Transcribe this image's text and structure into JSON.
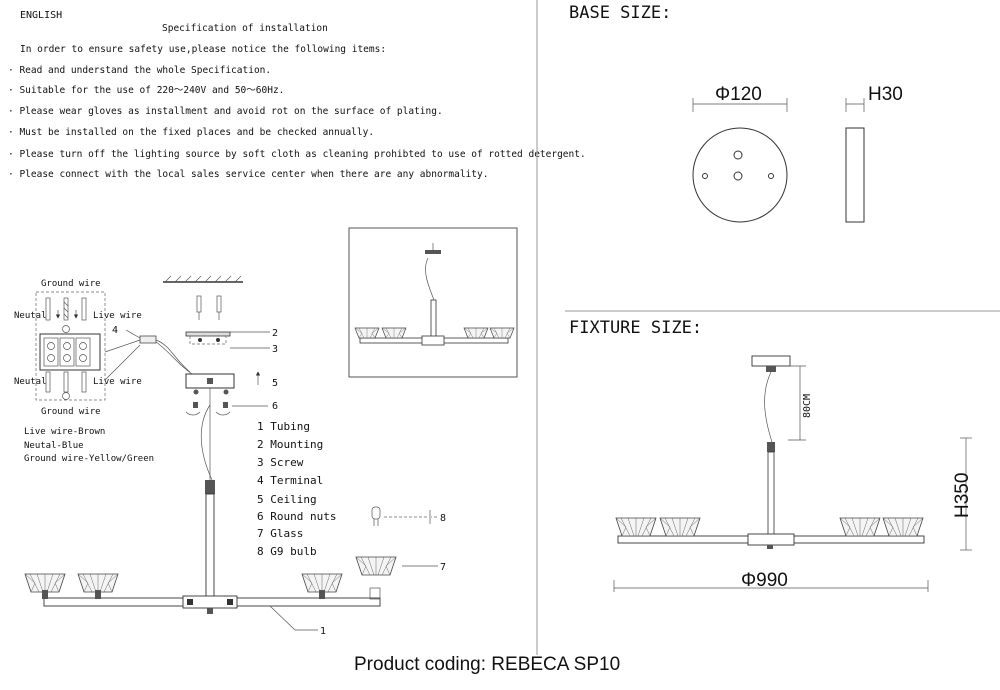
{
  "spec": {
    "language": "ENGLISH",
    "title": "Specification of installation",
    "intro": "In order to ensure safety use,please notice the following items:",
    "items": [
      "·  Read and understand the whole Specification.",
      "·  Suitable for the use of 220～240V and 50～60Hz.",
      "·  Please wear gloves as installment and avoid rot on the surface of plating.",
      "·  Must be installed on the fixed places and be checked annually.",
      "·  Please turn off the lighting source by soft cloth as cleaning prohibted to use of rotted detergent.",
      "·  Please connect with the local sales service center when there are any abnormality."
    ]
  },
  "wiring": {
    "ground_top": "Ground wire",
    "ground_bottom": "Ground wire",
    "neutral_top": "Neutal",
    "neutral_bottom": "Neutal",
    "live_top": "Live wire",
    "live_bottom": "Live wire",
    "legend": [
      "Live wire-Brown",
      "Neutal-Blue",
      "Ground wire-Yellow/Green"
    ]
  },
  "callouts": {
    "n1": "1",
    "n2": "2",
    "n3": "3",
    "n4": "4",
    "n5": "5",
    "n6": "6",
    "n7": "7",
    "n8": "8"
  },
  "parts": [
    "1 Tubing",
    "2 Mounting",
    "3 Screw",
    "4 Terminal",
    "5 Ceiling",
    "6 Round nuts",
    "7 Glass",
    "8 G9 bulb"
  ],
  "base": {
    "heading": "BASE SIZE:",
    "diameter": "Φ120",
    "height": "H30"
  },
  "fixture": {
    "heading": "FIXTURE SIZE:",
    "height": "H350",
    "cable": "80CM",
    "width": "Φ990"
  },
  "footer": "Product coding: REBECA SP10"
}
